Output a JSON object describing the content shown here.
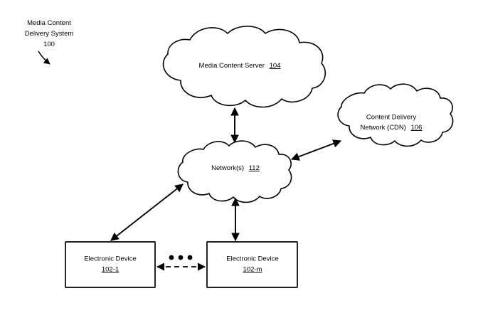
{
  "figure": {
    "label_lines": [
      "Media Content",
      "Delivery System"
    ],
    "reference_numeral": "100"
  },
  "nodes": {
    "media_content_server": {
      "name": "Media Content Server",
      "ref": "104",
      "shape": "cloud"
    },
    "cdn": {
      "name_line1": "Content Delivery",
      "name_line2": "Network (CDN)",
      "ref": "106",
      "shape": "cloud"
    },
    "networks": {
      "name": "Network(s)",
      "ref": "112",
      "shape": "cloud"
    },
    "electronic_device_first": {
      "name": "Electronic Device",
      "ref": "102-1",
      "shape": "rectangle"
    },
    "electronic_device_last": {
      "name": "Electronic Device",
      "ref": "102-m",
      "shape": "rectangle"
    }
  },
  "connections": [
    {
      "id": "server-to-networks",
      "from": "media_content_server",
      "to": "networks",
      "style": "solid",
      "arrows": "double"
    },
    {
      "id": "networks-to-cdn",
      "from": "networks",
      "to": "cdn",
      "style": "solid",
      "arrows": "double"
    },
    {
      "id": "networks-to-device-first",
      "from": "networks",
      "to": "electronic_device_first",
      "style": "solid",
      "arrows": "double"
    },
    {
      "id": "networks-to-device-last",
      "from": "networks",
      "to": "electronic_device_last",
      "style": "solid",
      "arrows": "double"
    },
    {
      "id": "device-first-to-device-last",
      "from": "electronic_device_first",
      "to": "electronic_device_last",
      "style": "dashed",
      "arrows": "double"
    }
  ],
  "ellipsis": {
    "symbol": "•••",
    "dot_count": 3,
    "meaning": "additional-electronic-devices"
  },
  "colors": {
    "background": "#ffffff",
    "stroke": "#000000",
    "text": "#000000"
  }
}
